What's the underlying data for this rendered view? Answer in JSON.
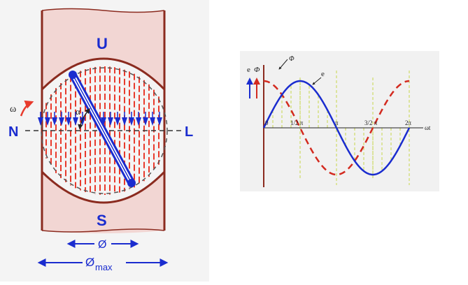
{
  "left_diagram": {
    "pole_top": "U",
    "pole_bottom": "S",
    "left_label": "N",
    "right_label": "L",
    "omega_label": "ω",
    "alpha_label": "α",
    "phi_label": "Ø",
    "phi_max_label": "Ø",
    "phi_max_sub": "max",
    "colors": {
      "pole": "#f2d6d3",
      "pole_edge": "#8b2b1f",
      "flux_lines": "#e83a2c",
      "coil": "#1a2ccf",
      "label": "#1a2ccf",
      "background": "#f4f4f4"
    }
  },
  "right_diagram": {
    "e_phi_axis_label": "e",
    "phi_axis_label": "Φ",
    "phi_curve_label": "Φ",
    "e_curve_label": "e",
    "tick_labels": [
      "0",
      "1/2 π",
      "π",
      "3/2 π",
      "2π"
    ],
    "x_axis_label": "ωt",
    "colors": {
      "e_curve": "#1a2ccf",
      "phi_curve": "#d32a1f",
      "guide_lines": "#c7d64a",
      "background": "#f1f1f1"
    }
  },
  "chart_data": {
    "type": "line",
    "x": [
      "0",
      "1/2 π",
      "π",
      "3/2 π",
      "2π"
    ],
    "series": [
      {
        "name": "e",
        "values": [
          0,
          1,
          0,
          -1,
          0
        ]
      },
      {
        "name": "Φ",
        "values": [
          1,
          0,
          -1,
          0,
          1
        ]
      }
    ],
    "xlabel": "ωt",
    "ylabel": "e Φ",
    "grid": false
  }
}
